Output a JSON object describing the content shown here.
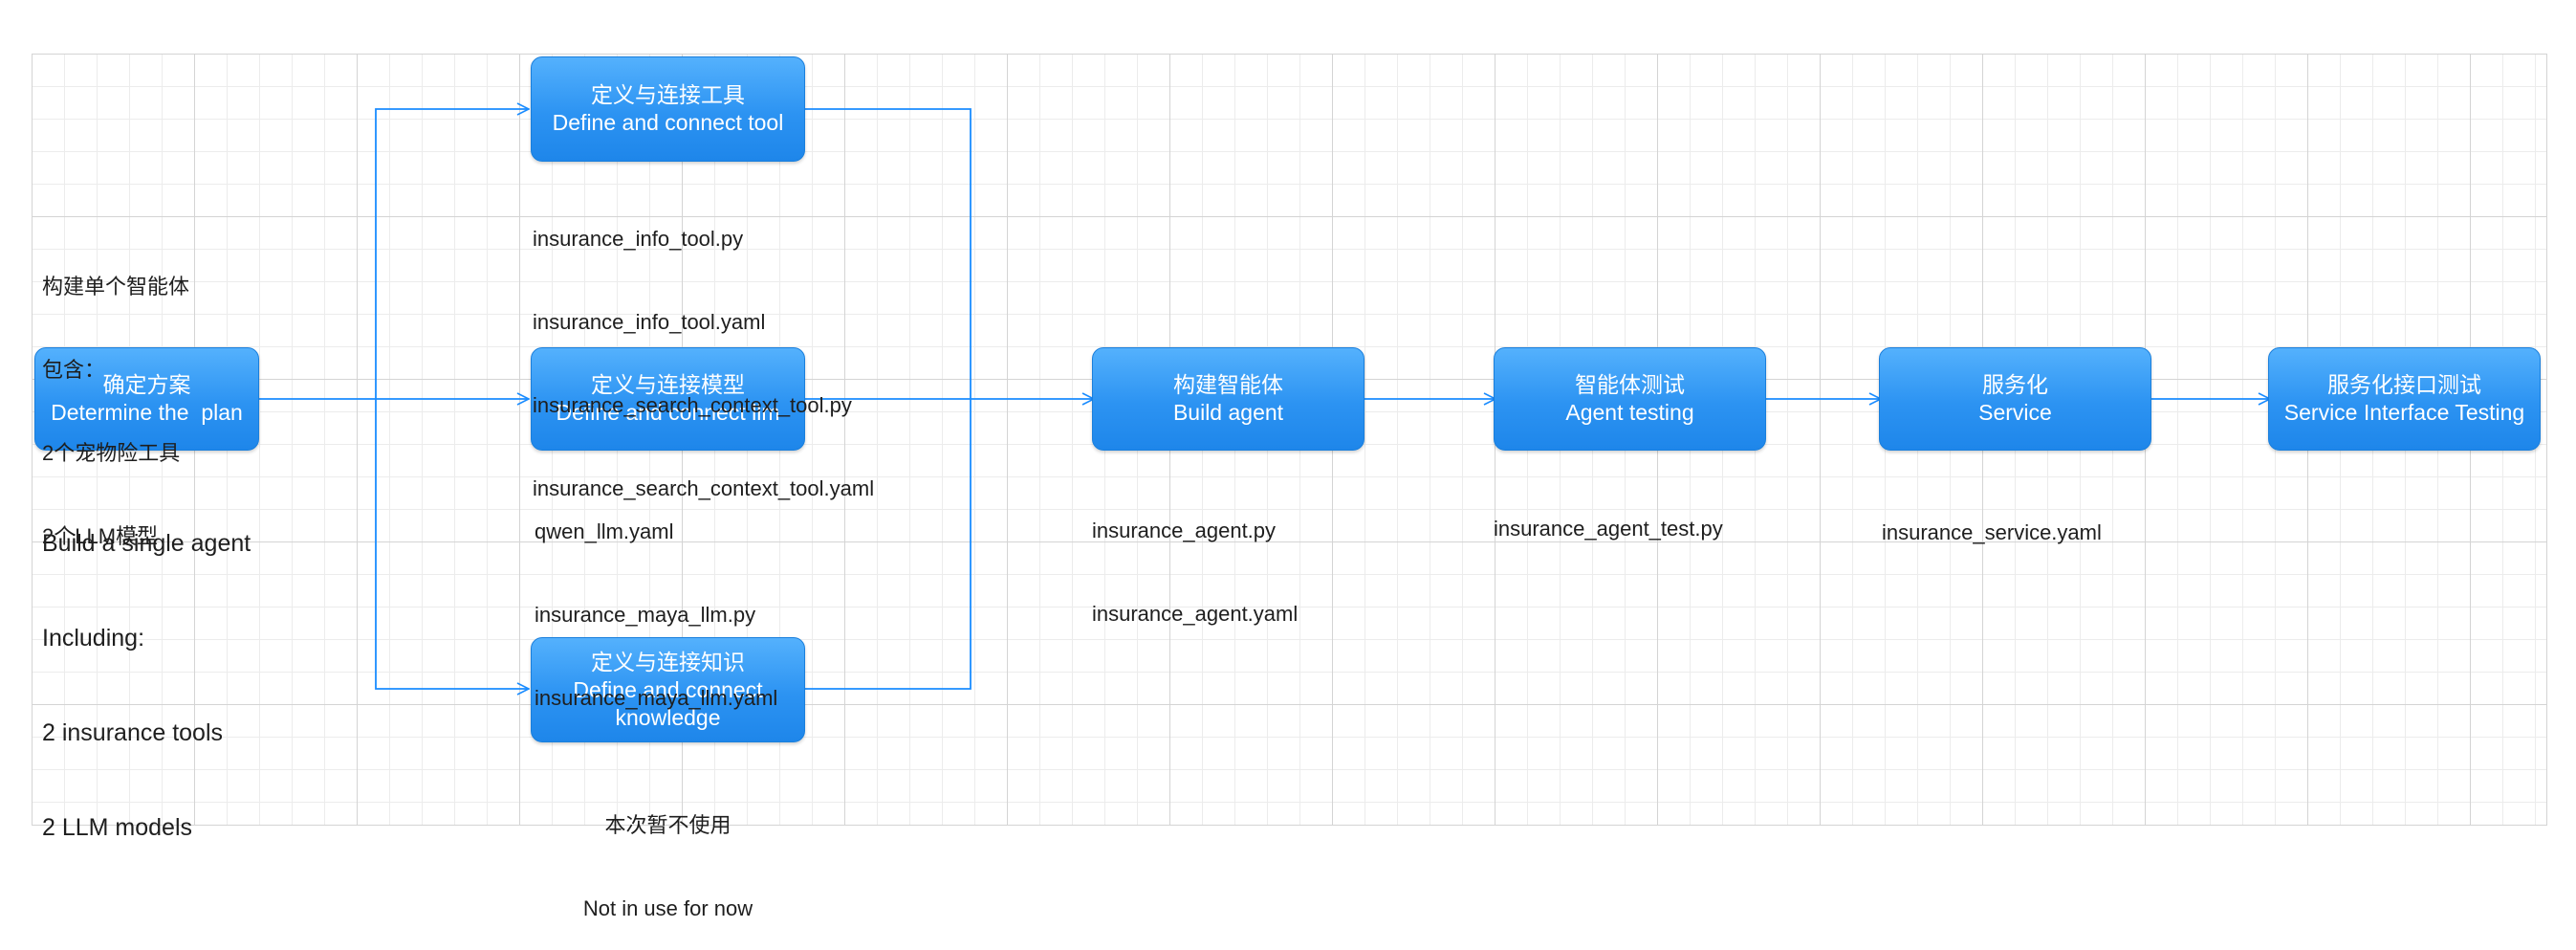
{
  "nodes": {
    "plan": {
      "zh": "确定方案",
      "en": "Determine the  plan"
    },
    "tool": {
      "zh": "定义与连接工具",
      "en": "Define and connect tool"
    },
    "model": {
      "zh": "定义与连接模型",
      "en": "Define and connect llm"
    },
    "knowledge": {
      "zh": "定义与连接知识",
      "en": "Define and connect",
      "en2": "knowledge"
    },
    "agent": {
      "zh": "构建智能体",
      "en": "Build agent"
    },
    "testing": {
      "zh": "智能体测试",
      "en": "Agent testing"
    },
    "service": {
      "zh": "服务化",
      "en": "Service"
    },
    "interface": {
      "zh": "服务化接口测试",
      "en": "Service Interface Testing"
    }
  },
  "notes": {
    "plan_zh": [
      "构建单个智能体",
      "包含：",
      "2个宠物险工具",
      "2个LLM模型"
    ],
    "plan_en": [
      "Build a single agent",
      "Including:",
      "2 insurance tools",
      "2 LLM models"
    ],
    "tool_files": [
      "insurance_info_tool.py",
      "insurance_info_tool.yaml",
      "insurance_search_context_tool.py",
      "insurance_search_context_tool.yaml"
    ],
    "model_files": [
      "qwen_llm.yaml",
      "insurance_maya_llm.py",
      "insurance_maya_llm.yaml"
    ],
    "knowledge_note": [
      "本次暂不使用",
      "Not in use for now"
    ],
    "agent_files": [
      "insurance_agent.py",
      "insurance_agent.yaml"
    ],
    "testing_files": [
      "insurance_agent_test.py"
    ],
    "service_files": [
      "insurance_service.yaml"
    ]
  },
  "colors": {
    "node_fill": "#2c93f2",
    "connector": "#1a8cff",
    "node_text": "#ffffff"
  }
}
